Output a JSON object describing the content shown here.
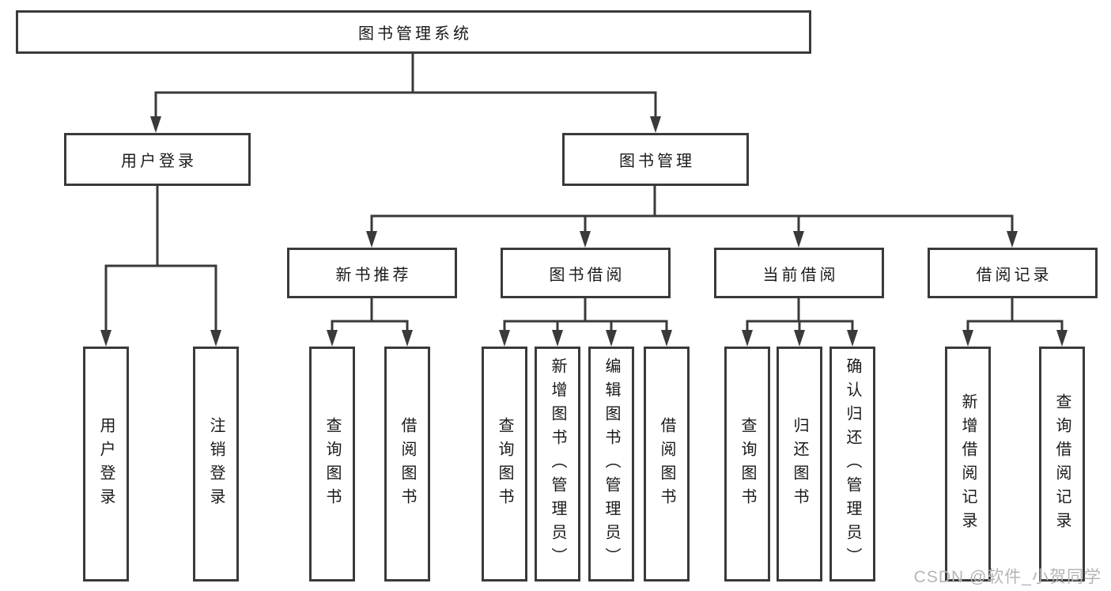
{
  "tree": {
    "root": {
      "label": "图书管理系统",
      "children": [
        {
          "label": "用户登录",
          "children": [
            {
              "label": "用户登录"
            },
            {
              "label": "注销登录"
            }
          ]
        },
        {
          "label": "图书管理",
          "children": [
            {
              "label": "新书推荐",
              "children": [
                {
                  "label": "查询图书"
                },
                {
                  "label": "借阅图书"
                }
              ]
            },
            {
              "label": "图书借阅",
              "children": [
                {
                  "label": "查询图书"
                },
                {
                  "label": "新增图书（管理员）"
                },
                {
                  "label": "编辑图书（管理员）"
                },
                {
                  "label": "借阅图书"
                }
              ]
            },
            {
              "label": "当前借阅",
              "children": [
                {
                  "label": "查询图书"
                },
                {
                  "label": "归还图书"
                },
                {
                  "label": "确认归还（管理员）"
                }
              ]
            },
            {
              "label": "借阅记录",
              "children": [
                {
                  "label": "新增借阅记录"
                },
                {
                  "label": "查询借阅记录"
                }
              ]
            }
          ]
        }
      ]
    }
  },
  "watermark": {
    "text": "CSDN @软件_小贺同学"
  },
  "colors": {
    "line": "#3a3a3a",
    "text": "#1a1a1a",
    "watermark": "#b5b5b5",
    "background": "#ffffff"
  }
}
